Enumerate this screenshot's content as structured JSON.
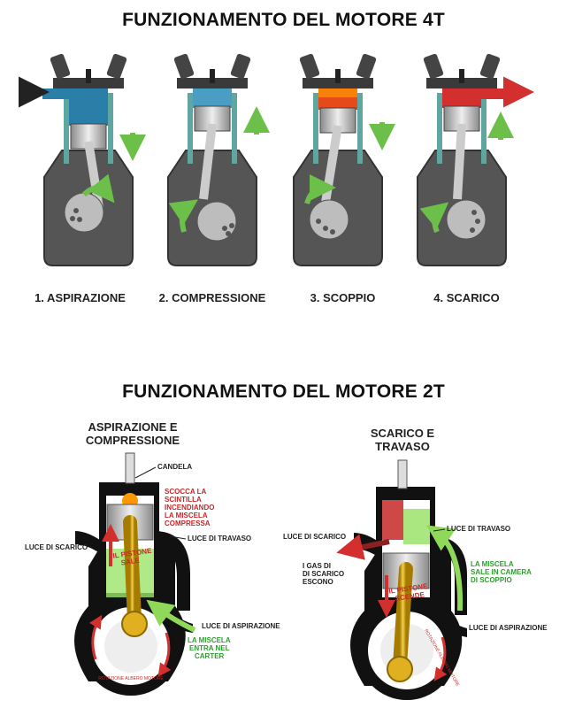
{
  "top": {
    "title": "FUNZIONAMENTO DEL MOTORE 4T",
    "stages": [
      {
        "label": "1. ASPIRAZIONE"
      },
      {
        "label": "2. COMPRESSIONE"
      },
      {
        "label": "3. SCOPPIO"
      },
      {
        "label": "4. SCARICO"
      }
    ]
  },
  "bottom": {
    "title": "FUNZIONAMENTO DEL MOTORE 2T",
    "left": {
      "heading_line1": "ASPIRAZIONE E",
      "heading_line2": "COMPRESSIONE",
      "candela": "CANDELA",
      "scintilla": [
        "SCOCCA LA",
        "SCINTILLA",
        "INCENDIANDO",
        "LA MISCELA",
        "COMPRESSA"
      ],
      "luce_travaso": "LUCE DI TRAVASO",
      "luce_scarico": "LUCE DI SCARICO",
      "pistone": [
        "IL PISTONE",
        "SALE"
      ],
      "luce_aspirazione": "LUCE DI ASPIRAZIONE",
      "miscela_carter": [
        "LA MISCELA",
        "ENTRA NEL",
        "CARTER"
      ],
      "rotazione": "ROTAZIONE ALBERO MOTORE"
    },
    "right": {
      "heading_line1": "SCARICO E",
      "heading_line2": "TRAVASO",
      "luce_scarico": "LUCE DI SCARICO",
      "luce_travaso": "LUCE DI TRAVASO",
      "gas": [
        "I GAS DI",
        "DI SCARICO",
        "ESCONO"
      ],
      "miscela_camera": [
        "LA MISCELA",
        "SALE IN CAMERA",
        "DI SCOPPIO"
      ],
      "pistone": [
        "IL PISTONE",
        "SCENDE"
      ],
      "luce_aspirazione": "LUCE DI ASPIRAZIONE",
      "rotazione": "ROTAZIONE ALBERO MOTORE"
    }
  },
  "colors": {
    "intake": "#2a7fa8",
    "compression": "#4a9ec4",
    "combustion": "#e64a19",
    "exhaust": "#d32f2f",
    "arrow_green": "#6cc04a",
    "mixture_green": "#9be36a",
    "label_red": "#c62828",
    "label_green": "#2e9e2e",
    "rod_gold": "#e0b020",
    "engine_body": "#555555",
    "cylinder_teal": "#5fa5a0"
  }
}
